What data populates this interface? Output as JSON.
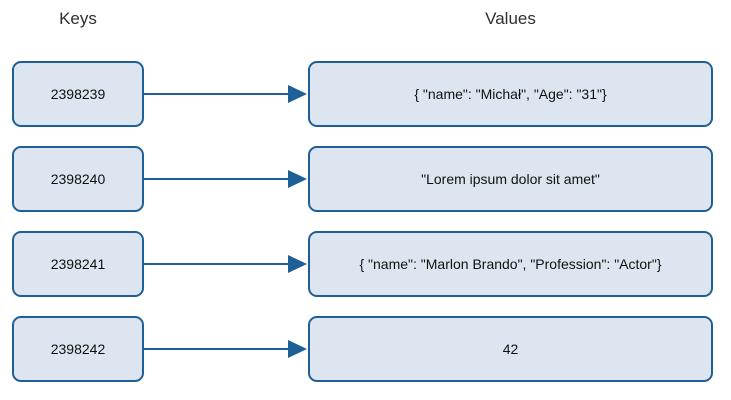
{
  "headers": {
    "keys": "Keys",
    "values": "Values"
  },
  "rows": [
    {
      "key": "2398239",
      "value": "{ \"name\": \"Michał\", \"Age\": \"31\"}"
    },
    {
      "key": "2398240",
      "value": "\"Lorem ipsum dolor sit amet\""
    },
    {
      "key": "2398241",
      "value": "{ \"name\": \"Marlon Brando\", \"Profession\": \"Actor\"}"
    },
    {
      "key": "2398242",
      "value": "42"
    }
  ],
  "colors": {
    "box_fill": "#dde6f0",
    "box_border": "#1f5f97",
    "arrow": "#1f5f97"
  }
}
